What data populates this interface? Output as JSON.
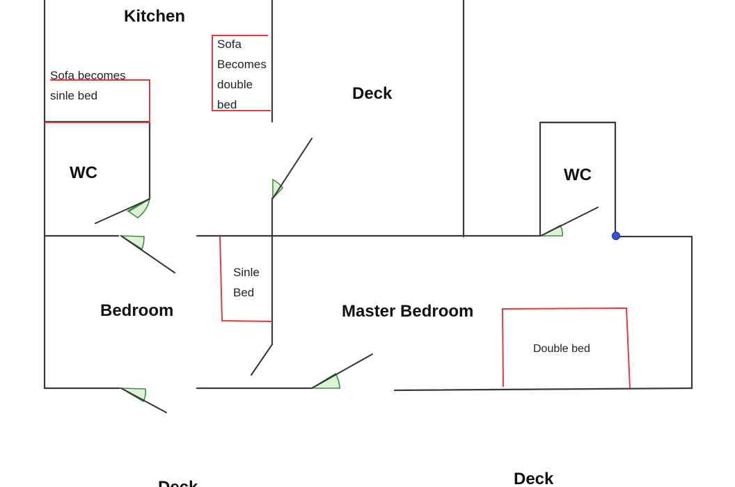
{
  "rooms": {
    "kitchen": "Kitchen",
    "deck_top": "Deck",
    "wc_left": "WC",
    "wc_right": "WC",
    "bedroom": "Bedroom",
    "master_bedroom": "Master Bedroom",
    "deck_bottom_left": "Deck",
    "deck_bottom_right": "Deck"
  },
  "furniture": {
    "sofa_single": [
      "Sofa becomes",
      "sinle bed"
    ],
    "sofa_double": [
      "Sofa",
      "Becomes",
      "double",
      "bed"
    ],
    "single_bed": [
      "Sinle",
      "Bed"
    ],
    "double_bed": "Double bed"
  },
  "colors": {
    "wall": "#3a3a3a",
    "bed_outline": "#e03c3c",
    "door_arc_fill": "#dff2d8",
    "door_arc_stroke": "#3c8f3c",
    "marker": "#3355dd"
  }
}
